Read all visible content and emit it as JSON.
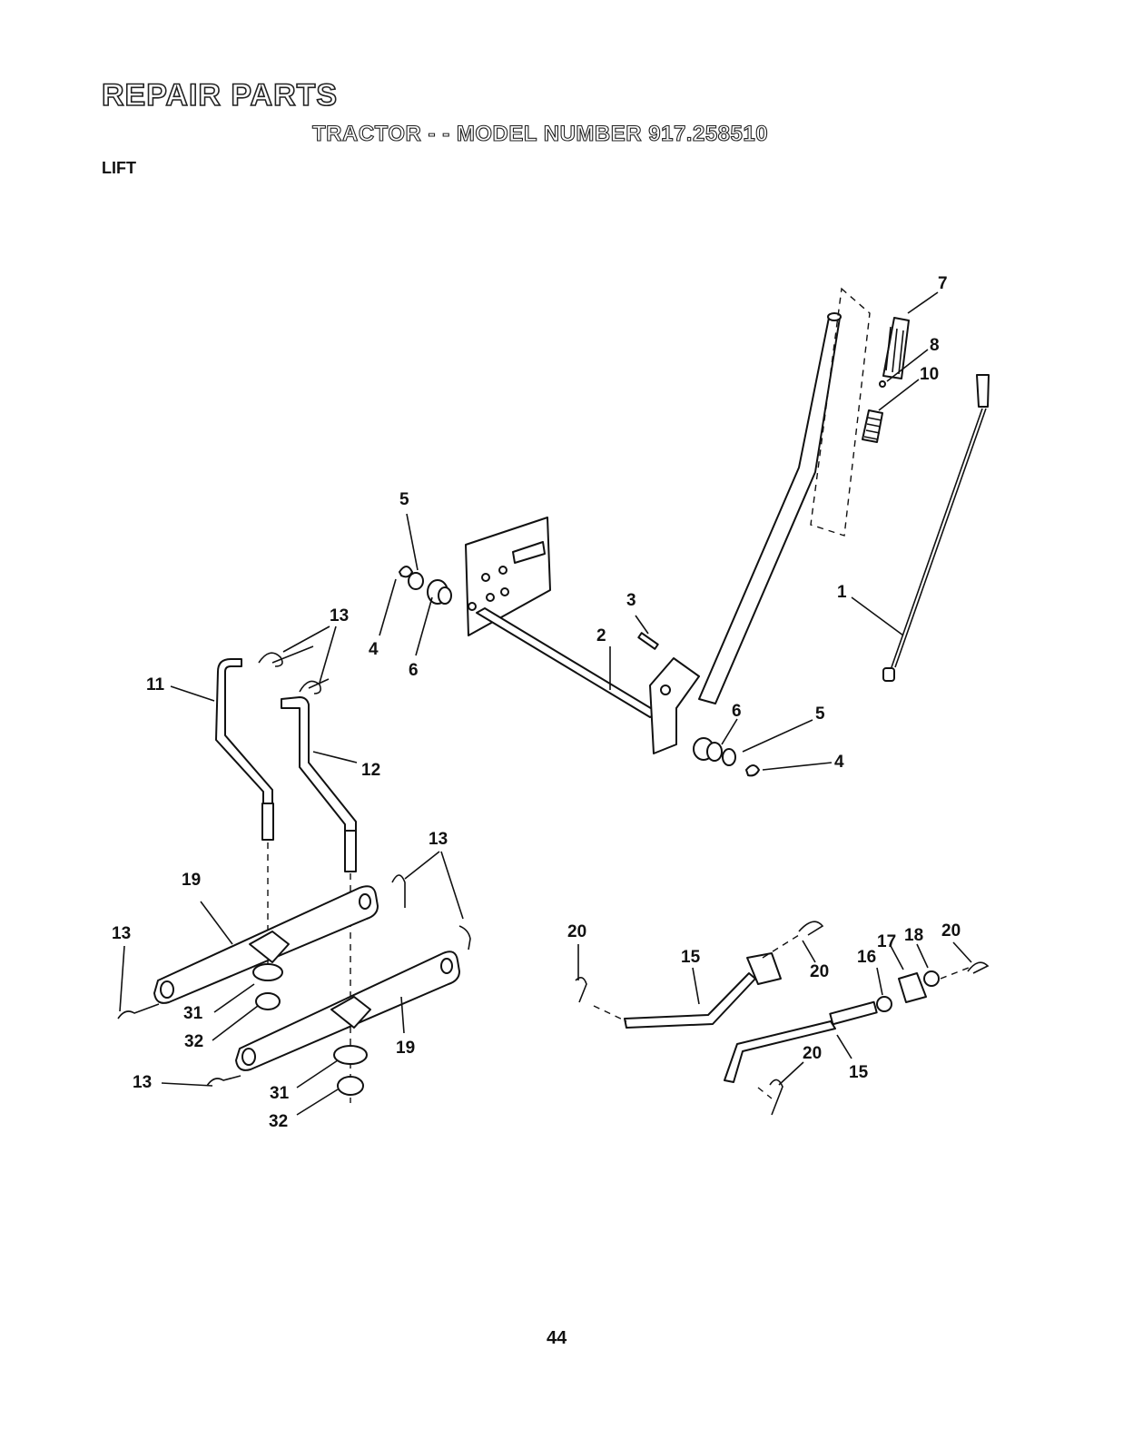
{
  "header": {
    "title": "REPAIR PARTS",
    "subtitle": "TRACTOR - - MODEL NUMBER 917.258510",
    "section": "LIFT"
  },
  "callouts": {
    "c1": "1",
    "c2": "2",
    "c3": "3",
    "c4a": "4",
    "c4b": "4",
    "c5a": "5",
    "c5b": "5",
    "c6a": "6",
    "c6b": "6",
    "c7": "7",
    "c8": "8",
    "c10": "10",
    "c11": "11",
    "c12": "12",
    "c13a": "13",
    "c13b": "13",
    "c13c": "13",
    "c13d": "13",
    "c15a": "15",
    "c15b": "15",
    "c16": "16",
    "c17": "17",
    "c18": "18",
    "c19a": "19",
    "c19b": "19",
    "c20a": "20",
    "c20b": "20",
    "c20c": "20",
    "c20d": "20",
    "c31a": "31",
    "c31b": "31",
    "c32a": "32",
    "c32b": "32"
  },
  "footer": {
    "page_number": "44"
  }
}
